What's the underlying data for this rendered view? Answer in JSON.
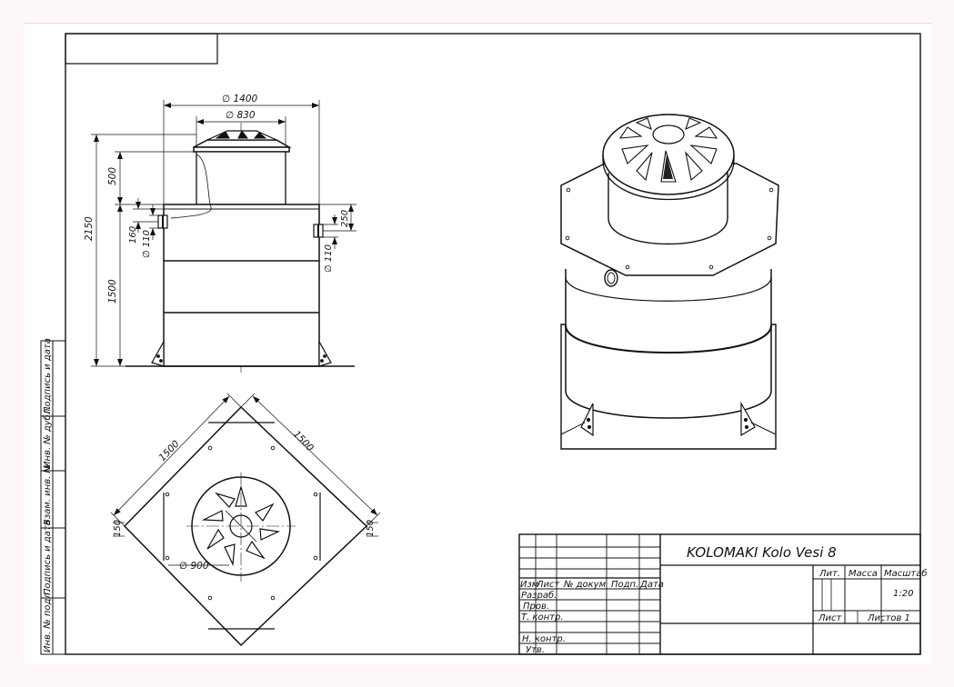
{
  "dimensions": {
    "d1400": "∅ 1400",
    "d830": "∅ 830",
    "h500": "500",
    "h2150": "2150",
    "h1500": "1500",
    "h160": "160",
    "d110_left": "∅ 110",
    "h250": "250",
    "d110_right": "∅ 110",
    "plan_1500_left": "1500",
    "plan_1500_right": "1500",
    "plan_150_left": "150",
    "plan_150_right": "150",
    "d900": "∅ 900"
  },
  "title_block": {
    "title": "KOLOMAKI Kolo Vesi 8",
    "col_izm": "Изм",
    "col_list": "Лист",
    "col_doc": "№ докум",
    "col_sign": "Подп.",
    "col_date": "Дата",
    "row_razrab": "Разраб.",
    "row_prov": "Пров.",
    "row_tkontr": "Т. контр.",
    "row_nkontr": "Н. контр.",
    "row_utv": "Утв.",
    "lit": "Лит.",
    "mass": "Масса",
    "scale_label": "Масштаб",
    "scale_value": "1:20",
    "sheet": "Лист",
    "sheets_total": "Листов 1"
  },
  "side_stamp": {
    "f1": "Подпись и дата",
    "f2": "Инв. № дубл.",
    "f3": "Взам. инв. №",
    "f4": "Подпись и дата",
    "f5": "Инв. № подл."
  }
}
